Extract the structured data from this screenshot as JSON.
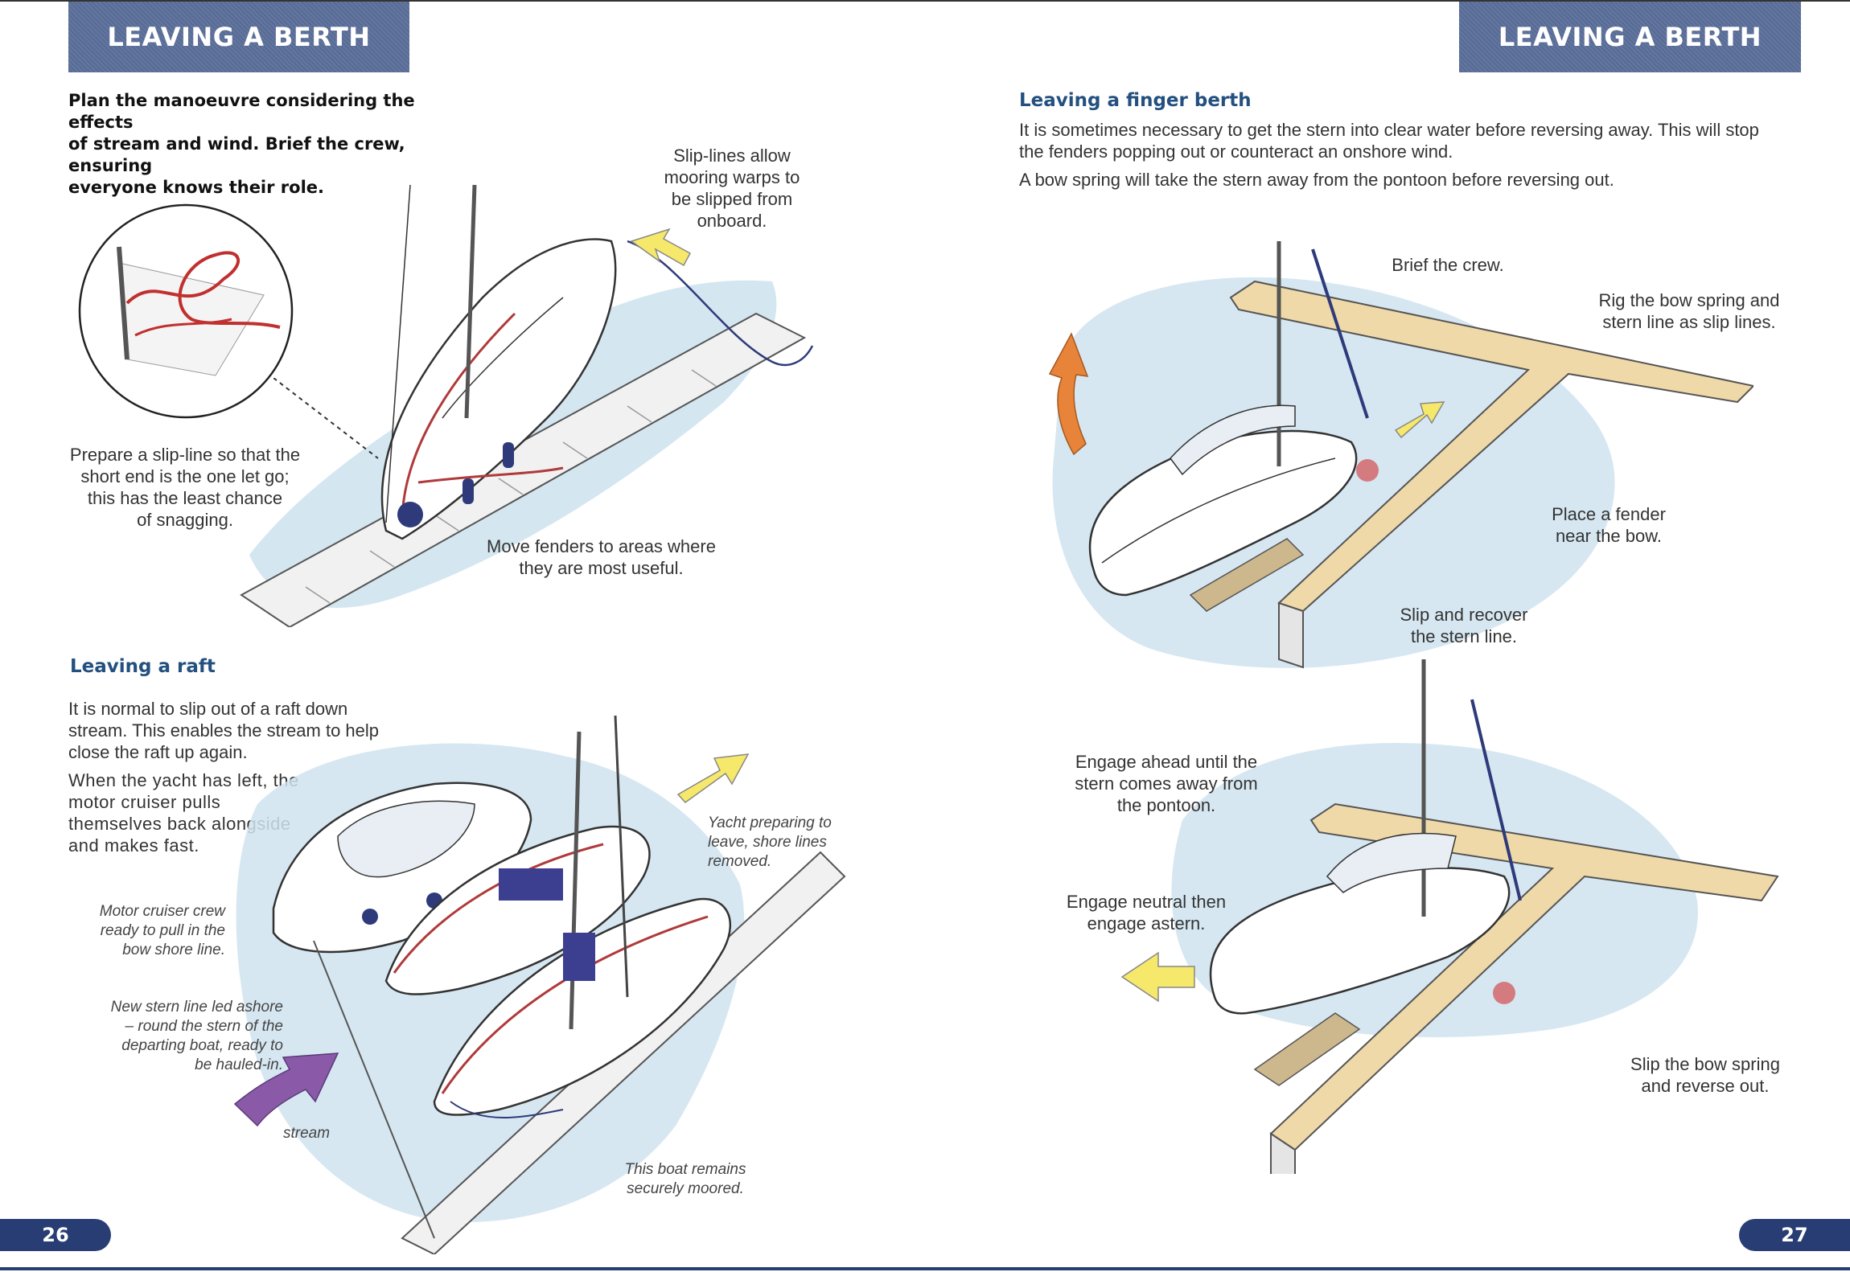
{
  "left_page": {
    "banner": "LEAVING A BERTH",
    "intro": [
      "Plan the manoeuvre considering the effects",
      "of stream and wind. Brief the crew, ensuring",
      "everyone knows their role."
    ],
    "labels": {
      "slip_lines": [
        "Slip-lines allow",
        "mooring warps to",
        "be slipped from",
        "onboard."
      ],
      "prepare": [
        "Prepare a slip-line so that the",
        "short end is the one let go;",
        "this has the least chance",
        "of snagging."
      ],
      "fenders": [
        "Move fenders to areas where",
        "they are most useful."
      ]
    },
    "raft": {
      "heading": "Leaving a raft",
      "para1": [
        "It is normal to slip out of a raft down",
        "stream. This enables the stream to help",
        "close the raft up again."
      ],
      "para2": [
        "When the yacht has left, the",
        "motor cruiser pulls",
        "themselves back alongside",
        "and makes fast."
      ],
      "yacht_preparing": [
        "Yacht preparing to",
        "leave, shore lines",
        "removed."
      ],
      "motor_crew": [
        "Motor cruiser crew",
        "ready to pull in the",
        "bow shore line."
      ],
      "new_stern": [
        "New stern line led ashore",
        "– round the stern of the",
        "departing boat, ready to",
        "be hauled-in."
      ],
      "stream": "stream",
      "remains": [
        "This boat remains",
        "securely moored."
      ]
    },
    "page_number": "26"
  },
  "right_page": {
    "banner": "LEAVING A BERTH",
    "heading": "Leaving a finger berth",
    "para1": [
      "It is sometimes necessary to get the stern into clear water before reversing away. This will stop",
      "the fenders popping out or counteract an onshore wind."
    ],
    "para2": "A bow spring will take the stern away from the pontoon before reversing out.",
    "labels": {
      "brief": "Brief the crew.",
      "rig": [
        "Rig the bow spring and",
        "stern line as slip lines."
      ],
      "fender": [
        "Place a fender",
        "near the bow."
      ],
      "slip_recover": [
        "Slip and recover",
        "the stern line."
      ],
      "engage_ahead": [
        "Engage ahead until the",
        "stern comes away from",
        "the pontoon."
      ],
      "engage_neutral": [
        "Engage neutral then",
        "engage astern."
      ],
      "slip_bow": [
        "Slip the bow spring",
        "and reverse out."
      ]
    },
    "page_number": "27"
  },
  "colors": {
    "banner": "#5b6f9b",
    "heading": "#23507f",
    "page_tab": "#273d73",
    "arrow_yellow": "#f5e86a",
    "arrow_orange": "#e8843a",
    "arrow_purple": "#8a5aa8",
    "water": "#cfe3ee"
  }
}
